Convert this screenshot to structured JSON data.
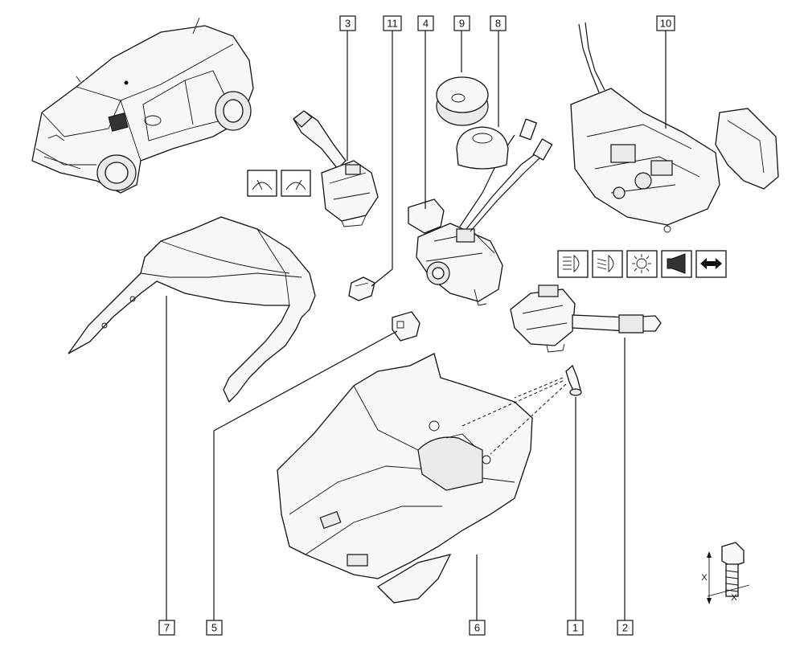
{
  "diagram": {
    "callouts": [
      {
        "id": "1",
        "label": "1"
      },
      {
        "id": "2",
        "label": "2"
      },
      {
        "id": "3",
        "label": "3"
      },
      {
        "id": "4",
        "label": "4"
      },
      {
        "id": "5",
        "label": "5"
      },
      {
        "id": "6",
        "label": "6"
      },
      {
        "id": "7",
        "label": "7"
      },
      {
        "id": "8",
        "label": "8"
      },
      {
        "id": "9",
        "label": "9"
      },
      {
        "id": "10",
        "label": "10"
      },
      {
        "id": "11",
        "label": "11"
      }
    ],
    "wiper_icons": [
      "front-wiper-icon",
      "rear-wiper-icon"
    ],
    "light_icons": [
      "main-beam-icon",
      "dipped-beam-icon",
      "side-light-icon",
      "horn-icon",
      "indicator-arrows-icon"
    ],
    "screw_detail": {
      "dimension_label": "X"
    }
  }
}
